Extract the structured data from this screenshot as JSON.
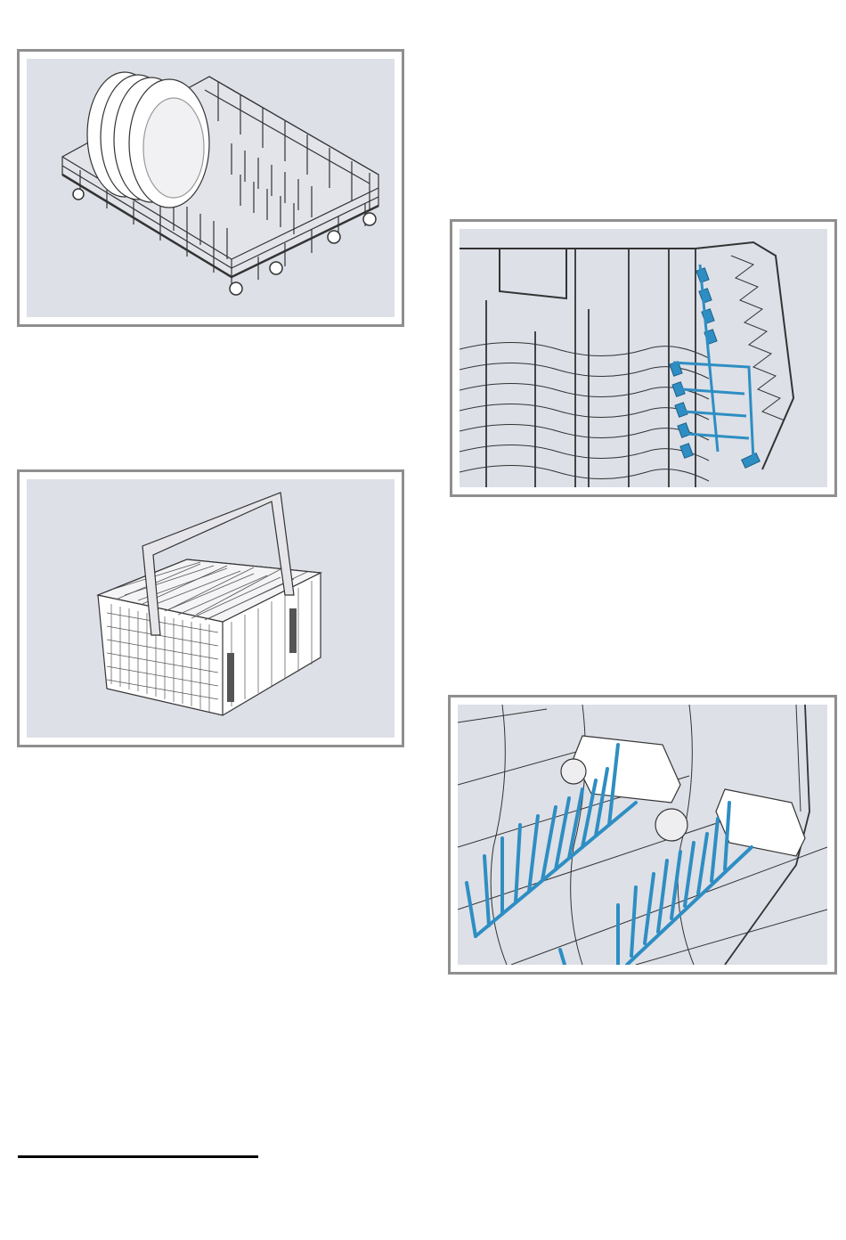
{
  "figures": [
    {
      "id": "lower-basket-plates",
      "subject": "lower-basket-with-plates"
    },
    {
      "id": "upper-basket-foldable-racks",
      "subject": "basket-with-blue-foldable-racks"
    },
    {
      "id": "cutlery-basket",
      "subject": "cutlery-basket-with-handle"
    },
    {
      "id": "lower-basket-plate-racks",
      "subject": "basket-with-blue-plate-racks"
    }
  ],
  "colors": {
    "panel_bg": "#dde0e7",
    "frame_border": "#8f8f8f",
    "highlight_blue": "#2e8ec3",
    "wire": "#ffffff",
    "outline": "#333333"
  },
  "footnote_rule": true
}
